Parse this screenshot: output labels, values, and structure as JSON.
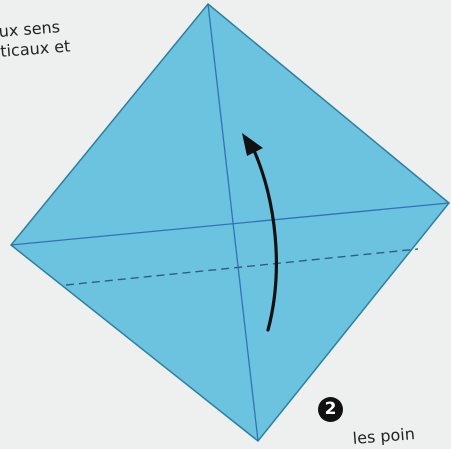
{
  "captions": {
    "top_line1": "ux sens",
    "top_line2": "ticaux et",
    "bottom": "les poin"
  },
  "step": {
    "number": "2"
  },
  "colors": {
    "paper_fill": "#6cc3df",
    "paper_edge": "#2e7f9f",
    "crease_line": "#2f73b9",
    "fold_line": "#2f5f80",
    "arrow": "#111111",
    "background": "#eeefef"
  },
  "icons": {
    "fold_direction": "curved-up-arrow-icon"
  }
}
